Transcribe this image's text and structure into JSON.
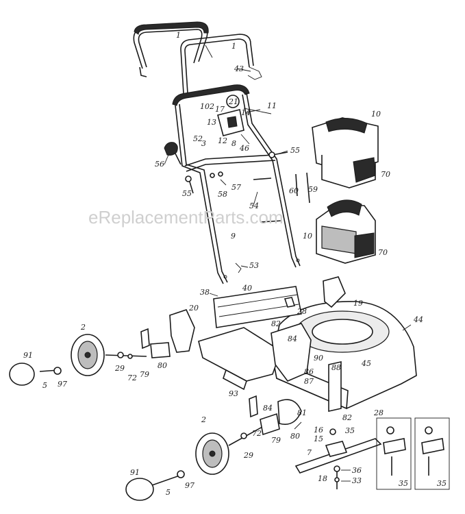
{
  "watermark": "eReplacementParts.com",
  "labels": {
    "l1a": "1",
    "l1b": "1",
    "l43": "43",
    "l102": "102",
    "l21": "21",
    "l17": "17",
    "l14": "14",
    "l11": "11",
    "l13": "13",
    "l12": "12",
    "l8": "8",
    "l46": "46",
    "l52": "52",
    "l3": "3",
    "l56": "56",
    "l55a": "55",
    "l55b": "55",
    "l57": "57",
    "l58": "58",
    "l54": "54",
    "l9": "9",
    "l53": "53",
    "l60": "60",
    "l59": "59",
    "l10a": "10",
    "l70a": "70",
    "l10b": "10",
    "l70b": "70",
    "l38": "38",
    "l40": "40",
    "l28a": "28",
    "l19": "19",
    "l44": "44",
    "l20": "20",
    "l82a": "82",
    "l84a": "84",
    "l90": "90",
    "l86": "86",
    "l87": "87",
    "l88": "88",
    "l45": "45",
    "l2a": "2",
    "l91a": "91",
    "l5a": "5",
    "l97a": "97",
    "l29a": "29",
    "l72a": "72",
    "l79a": "79",
    "l80a": "80",
    "l93": "93",
    "l84b": "84",
    "l81": "81",
    "l82b": "82",
    "l28b": "28",
    "l2b": "2",
    "l72b": "72",
    "l79b": "79",
    "l80b": "80",
    "l29b": "29",
    "l91b": "91",
    "l5b": "5",
    "l97b": "97",
    "l16": "16",
    "l15": "15",
    "l35a": "35",
    "l7": "7",
    "l36": "36",
    "l18": "18",
    "l33": "33",
    "l35b": "35",
    "l35c": "35"
  }
}
